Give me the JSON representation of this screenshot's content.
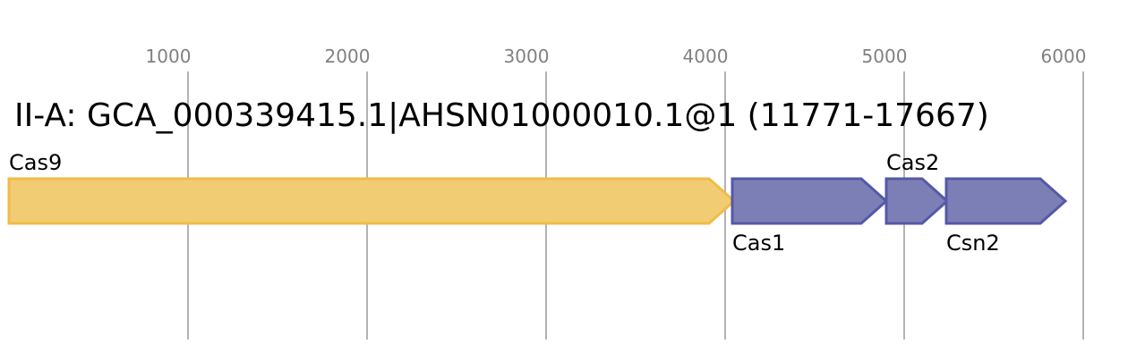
{
  "title": "II-A: GCA_000339415.1|AHSN01000010.1@1 (11771-17667)",
  "axis": {
    "ticks": [
      1000,
      2000,
      3000,
      4000,
      5000,
      6000
    ],
    "tick_labels": [
      "1000",
      "2000",
      "3000",
      "4000",
      "5000",
      "6000"
    ]
  },
  "colors": {
    "effector": "#f2cc73",
    "effector_stroke": "#f0bc48",
    "adaptation": "#7b7fb5",
    "adaptation_stroke": "#5558a6"
  },
  "genes": [
    {
      "name": "Cas9",
      "start": 0,
      "end": 4050,
      "role": "effector",
      "label_side": "above"
    },
    {
      "name": "Cas1",
      "start": 4040,
      "end": 4900,
      "role": "adaptation",
      "label_side": "below"
    },
    {
      "name": "Cas2",
      "start": 4900,
      "end": 5240,
      "role": "adaptation",
      "label_side": "above"
    },
    {
      "name": "Csn2",
      "start": 5235,
      "end": 5900,
      "role": "adaptation",
      "label_side": "below"
    }
  ]
}
